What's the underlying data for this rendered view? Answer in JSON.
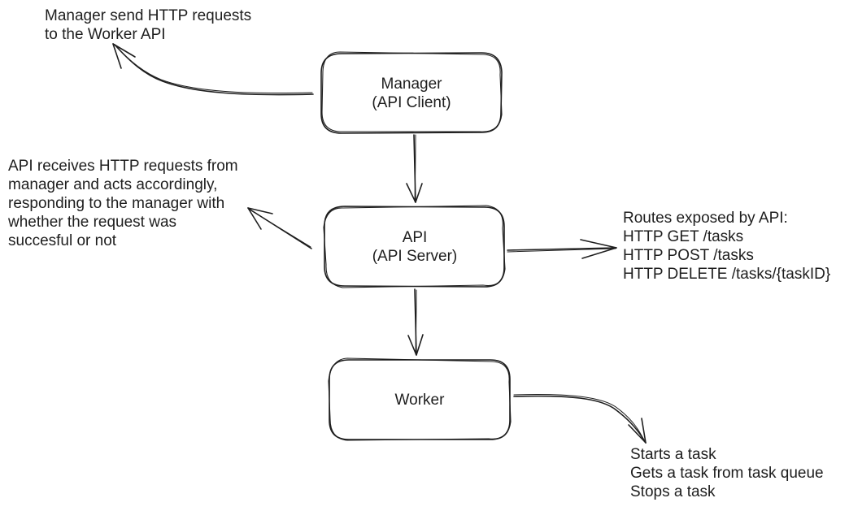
{
  "nodes": {
    "manager": {
      "title": "Manager",
      "subtitle": "(API Client)"
    },
    "api": {
      "title": "API",
      "subtitle": "(API Server)"
    },
    "worker": {
      "title": "Worker"
    }
  },
  "notes": {
    "manager": [
      "Manager send HTTP requests",
      "to the Worker API"
    ],
    "api": [
      "API receives HTTP requests from",
      "manager and acts accordingly,",
      "responding to the manager with",
      "whether the request was",
      "succesful or not"
    ],
    "routes": [
      "Routes exposed by API:",
      "HTTP GET /tasks",
      "HTTP POST /tasks",
      "HTTP DELETE /tasks/{taskID}"
    ],
    "worker": [
      "Starts a task",
      "Gets a task from task queue",
      "Stops a task"
    ]
  }
}
